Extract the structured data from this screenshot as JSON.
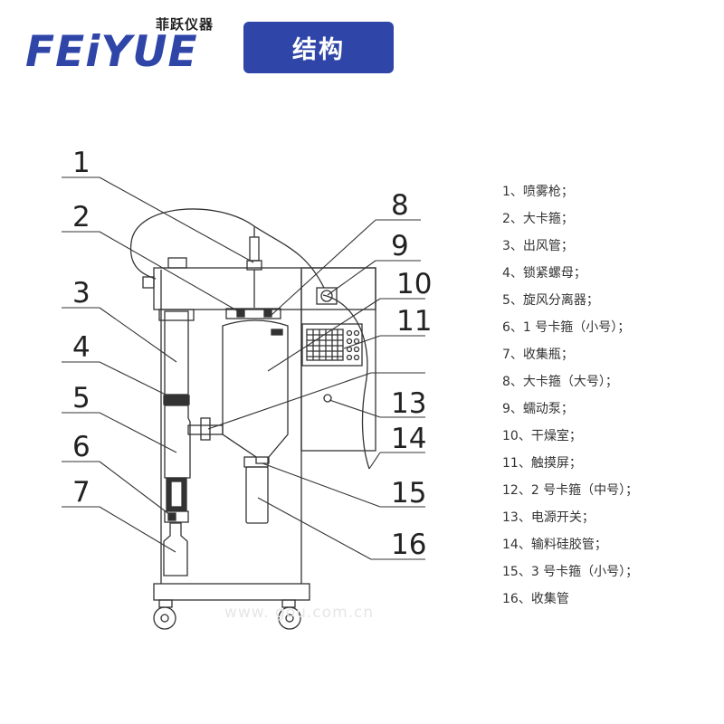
{
  "header": {
    "brand_cn": "菲跃仪器",
    "brand_en": "FEiYUE",
    "section_title": "结构"
  },
  "diagram": {
    "callout_numbers": [
      "1",
      "2",
      "3",
      "4",
      "5",
      "6",
      "7",
      "8",
      "9",
      "10",
      "11",
      "13",
      "14",
      "15",
      "16"
    ],
    "watermark": "www.       gou.com.cn"
  },
  "legend": {
    "items": [
      "1、喷雾枪；",
      "2、大卡箍；",
      "3、出风管；",
      "4、锁紧螺母；",
      "5、旋风分离器；",
      "6、1 号卡箍（小号）；",
      "7、收集瓶；",
      "8、大卡箍（大号）；",
      "9、蠕动泵；",
      "10、干燥室；",
      "11、触摸屏；",
      "12、2 号卡箍（中号）；",
      "13、电源开关；",
      "14、输料硅胶管；",
      "15、3 号卡箍（小号）；",
      "16、收集管"
    ]
  },
  "colors": {
    "brand_blue": "#2f46a8",
    "line": "#333333"
  }
}
